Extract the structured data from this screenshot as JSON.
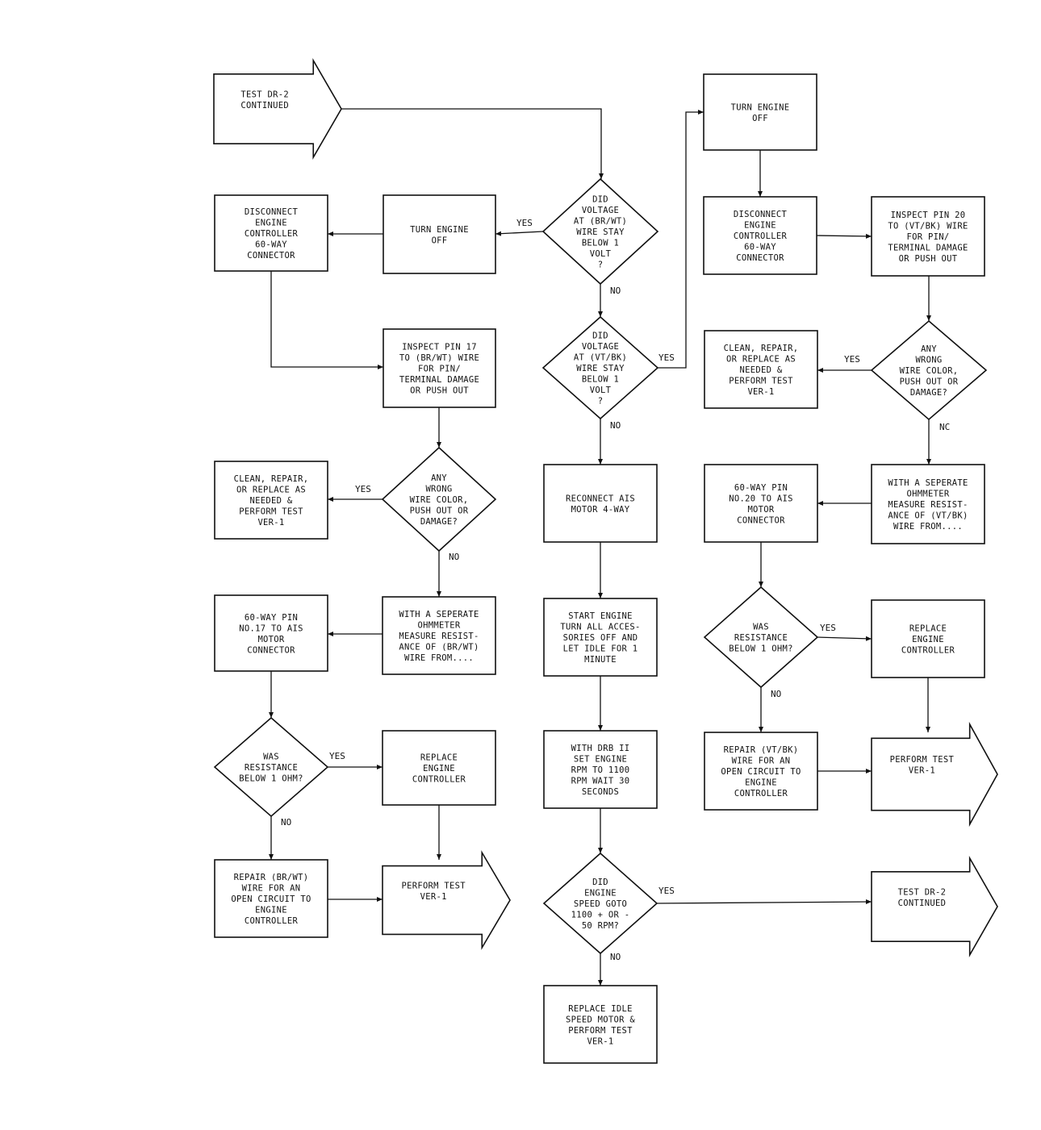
{
  "colors": {
    "ink": "#111111",
    "background": "#ffffff"
  },
  "nodes": {
    "start_continued": [
      "TEST DR-2",
      "CONTINUED"
    ],
    "q_br_wt_voltage": [
      "DID",
      "VOLTAGE",
      "AT (BR/WT)",
      "WIRE STAY",
      "BELOW 1",
      "VOLT",
      "?"
    ],
    "turn_off_1": [
      "TURN ENGINE",
      "OFF"
    ],
    "disconnect_1": [
      "DISCONNECT",
      "ENGINE",
      "CONTROLLER",
      "60-WAY",
      "CONNECTOR"
    ],
    "inspect_pin17": [
      "INSPECT PIN 17",
      "TO (BR/WT) WIRE",
      "FOR PIN/",
      "TERMINAL DAMAGE",
      "OR PUSH OUT"
    ],
    "q_wrong_1": [
      "ANY",
      "WRONG",
      "WIRE COLOR,",
      "PUSH OUT OR",
      "DAMAGE?"
    ],
    "clean_1": [
      "CLEAN, REPAIR,",
      "OR REPLACE AS",
      "NEEDED &",
      "PERFORM TEST",
      "VER-1"
    ],
    "measure_br_wt": [
      "WITH A SEPERATE",
      "OHMMETER",
      "MEASURE RESIST-",
      "ANCE OF (BR/WT)",
      "WIRE FROM...."
    ],
    "pin17_ais": [
      "60-WAY PIN",
      "NO.17 TO AIS",
      "MOTOR",
      "CONNECTOR"
    ],
    "q_res_1": [
      "WAS",
      "RESISTANCE",
      "BELOW 1 OHM?"
    ],
    "replace_ctrl_1": [
      "REPLACE",
      "ENGINE",
      "CONTROLLER"
    ],
    "repair_br_wt": [
      "REPAIR (BR/WT)",
      "WIRE FOR AN",
      "OPEN CIRCUIT TO",
      "ENGINE",
      "CONTROLLER"
    ],
    "perform_ver1_1": [
      "PERFORM TEST",
      "VER-1"
    ],
    "q_vt_bk_voltage": [
      "DID",
      "VOLTAGE",
      "AT (VT/BK)",
      "WIRE STAY",
      "BELOW 1",
      "VOLT",
      "?"
    ],
    "reconnect_ais": [
      "RECONNECT AIS",
      "MOTOR 4-WAY"
    ],
    "start_engine": [
      "START ENGINE",
      "TURN ALL ACCES-",
      "SORIES OFF AND",
      "LET IDLE FOR 1",
      "MINUTE"
    ],
    "set_rpm": [
      "WITH DRB II",
      "SET ENGINE",
      "RPM TO 1100",
      "RPM WAIT 30",
      "SECONDS"
    ],
    "q_speed": [
      "DID",
      "ENGINE",
      "SPEED GOTO",
      "1100 + OR -",
      "50 RPM?"
    ],
    "replace_idle": [
      "REPLACE IDLE",
      "SPEED MOTOR &",
      "PERFORM TEST",
      "VER-1"
    ],
    "turn_off_2": [
      "TURN ENGINE",
      "OFF"
    ],
    "disconnect_2": [
      "DISCONNECT",
      "ENGINE",
      "CONTROLLER",
      "60-WAY",
      "CONNECTOR"
    ],
    "inspect_pin20": [
      "INSPECT PIN 20",
      "TO (VT/BK) WIRE",
      "FOR PIN/",
      "TERMINAL DAMAGE",
      "OR PUSH OUT"
    ],
    "q_wrong_2": [
      "ANY",
      "WRONG",
      "WIRE COLOR,",
      "PUSH OUT OR",
      "DAMAGE?"
    ],
    "clean_2": [
      "CLEAN, REPAIR,",
      "OR REPLACE AS",
      "NEEDED &",
      "PERFORM TEST",
      "VER-1"
    ],
    "measure_vt_bk": [
      "WITH A SEPERATE",
      "OHMMETER",
      "MEASURE RESIST-",
      "ANCE OF (VT/BK)",
      "WIRE FROM...."
    ],
    "pin20_ais": [
      "60-WAY PIN",
      "NO.20 TO AIS",
      "MOTOR",
      "CONNECTOR"
    ],
    "q_res_2": [
      "WAS",
      "RESISTANCE",
      "BELOW 1 OHM?"
    ],
    "replace_ctrl_2": [
      "REPLACE",
      "ENGINE",
      "CONTROLLER"
    ],
    "repair_vt_bk": [
      "REPAIR (VT/BK)",
      "WIRE FOR AN",
      "OPEN CIRCUIT TO",
      "ENGINE",
      "CONTROLLER"
    ],
    "perform_ver1_2": [
      "PERFORM TEST",
      "VER-1"
    ],
    "end_continued": [
      "TEST DR-2",
      "CONTINUED"
    ]
  },
  "edge_labels": {
    "yes": "YES",
    "no": "NO",
    "nc": "NC"
  }
}
